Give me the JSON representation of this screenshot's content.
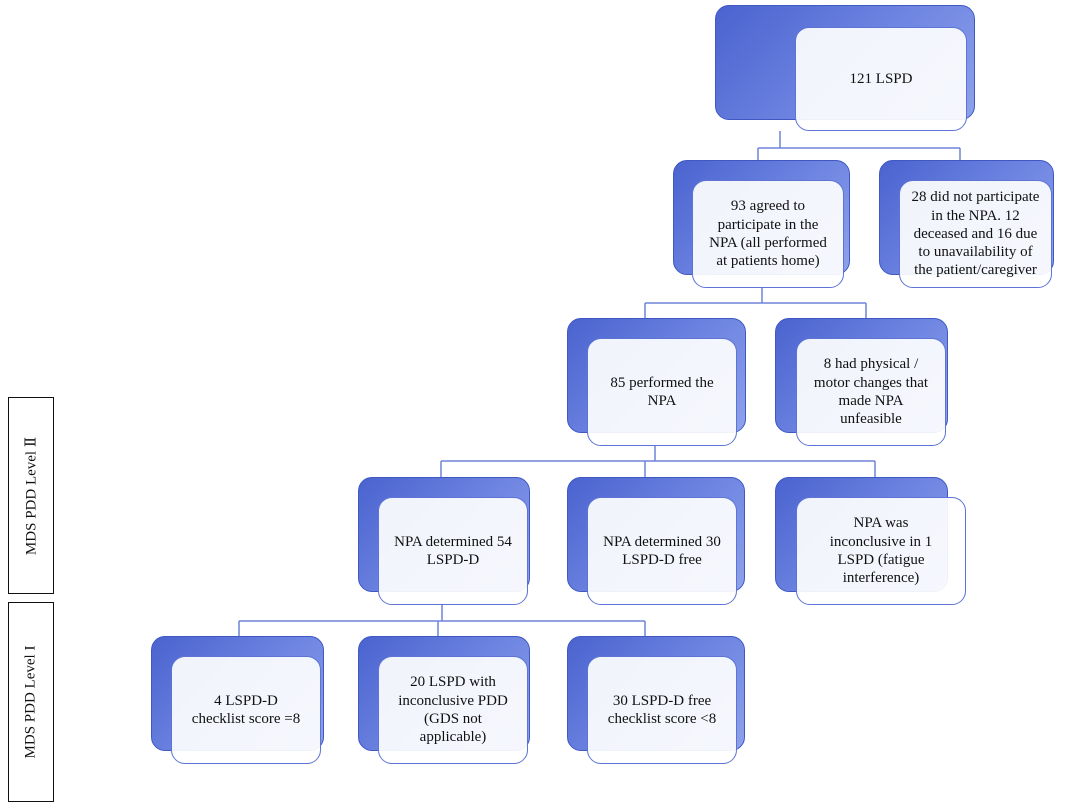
{
  "nodes": {
    "root": "121 LSPD",
    "agreed": "93 agreed to\nparticipate in the\nNPA (all performed\nat patients home)",
    "not_participate": "28 did not participate\nin the NPA. 12\ndeceased and 16 due\nto unavailability of\nthe patient/caregiver",
    "performed": "85 performed the\nNPA",
    "physical": "8 had physical /\nmotor changes that\nmade NPA\nunfeasible",
    "det54": "NPA determined 54\nLSPD-D",
    "det30": "NPA determined 30\nLSPD-D free",
    "inconclusive_npa": "NPA was\ninconclusive in 1\nLSPD (fatigue\ninterference)",
    "lspd4": "4 LSPD-D\nchecklist score =8",
    "lspd20": "20 LSPD with\ninconclusive PDD\n(GDS not\napplicable)",
    "lspd30": "30 LSPD-D free\nchecklist score <8"
  },
  "side_labels": {
    "level2": "MDS PDD Level Ⅱ",
    "level1": "MDS PDD Level I"
  },
  "colors": {
    "accent": "#5d74d6",
    "connector": "#6e84d8"
  }
}
